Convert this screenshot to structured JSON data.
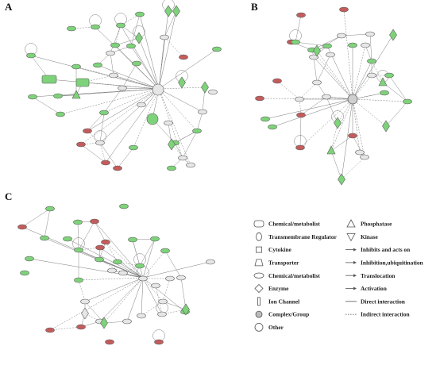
{
  "panels": [
    {
      "id": "A",
      "letter": "A",
      "nodes": [
        {
          "id": "a1",
          "c": "g",
          "s": "rr",
          "label": ""
        },
        {
          "id": "a2",
          "c": "g",
          "s": "rr",
          "label": ""
        },
        {
          "id": "a3",
          "c": "g",
          "s": "dia",
          "label": ""
        },
        {
          "id": "a4",
          "c": "g",
          "s": "dia",
          "label": ""
        },
        {
          "id": "a5",
          "c": "g",
          "s": "circ",
          "label": ""
        },
        {
          "id": "a6",
          "c": "w",
          "s": "circ",
          "label": ""
        },
        {
          "id": "a7",
          "c": "r",
          "s": "ell",
          "label": ""
        },
        {
          "id": "a8",
          "c": "r",
          "s": "ell",
          "label": ""
        },
        {
          "id": "a9",
          "c": "r",
          "s": "ell",
          "label": ""
        },
        {
          "id": "a10",
          "c": "r",
          "s": "ell",
          "label": ""
        },
        {
          "id": "a11",
          "c": "r",
          "s": "ell",
          "label": ""
        },
        {
          "id": "a12",
          "c": "g",
          "s": "ell",
          "label": ""
        },
        {
          "id": "a13",
          "c": "g",
          "s": "ell",
          "label": ""
        },
        {
          "id": "a14",
          "c": "g",
          "s": "ell",
          "label": ""
        },
        {
          "id": "a15",
          "c": "g",
          "s": "ell",
          "label": ""
        },
        {
          "id": "a16",
          "c": "g",
          "s": "ell",
          "label": ""
        },
        {
          "id": "a17",
          "c": "g",
          "s": "ell",
          "label": ""
        },
        {
          "id": "a18",
          "c": "g",
          "s": "ell",
          "label": ""
        },
        {
          "id": "a19",
          "c": "g",
          "s": "ell",
          "label": ""
        },
        {
          "id": "a20",
          "c": "g",
          "s": "ell",
          "label": ""
        },
        {
          "id": "a21",
          "c": "g",
          "s": "ell",
          "label": ""
        },
        {
          "id": "a22",
          "c": "g",
          "s": "ell",
          "label": ""
        },
        {
          "id": "a23",
          "c": "g",
          "s": "ell",
          "label": ""
        },
        {
          "id": "a24",
          "c": "g",
          "s": "ell",
          "label": ""
        },
        {
          "id": "a25",
          "c": "g",
          "s": "ell",
          "label": ""
        },
        {
          "id": "a26",
          "c": "g",
          "s": "ell",
          "label": ""
        },
        {
          "id": "a27",
          "c": "g",
          "s": "ell",
          "label": ""
        },
        {
          "id": "a28",
          "c": "g",
          "s": "ell",
          "label": ""
        },
        {
          "id": "a29",
          "c": "g",
          "s": "dia",
          "label": ""
        },
        {
          "id": "a30",
          "c": "g",
          "s": "dia",
          "label": ""
        },
        {
          "id": "a31",
          "c": "g",
          "s": "dia",
          "label": ""
        },
        {
          "id": "a32",
          "c": "g",
          "s": "dia",
          "label": ""
        },
        {
          "id": "a33",
          "c": "g",
          "s": "tri",
          "label": ""
        },
        {
          "id": "a34",
          "c": "g",
          "s": "ell",
          "label": ""
        },
        {
          "id": "a35",
          "c": "g",
          "s": "ell",
          "label": ""
        },
        {
          "id": "a36",
          "c": "w",
          "s": "ell",
          "label": ""
        },
        {
          "id": "a37",
          "c": "w",
          "s": "ell",
          "label": ""
        },
        {
          "id": "a38",
          "c": "w",
          "s": "ell",
          "label": ""
        },
        {
          "id": "a39",
          "c": "w",
          "s": "ell",
          "label": ""
        },
        {
          "id": "a40",
          "c": "w",
          "s": "ell",
          "label": ""
        },
        {
          "id": "a41",
          "c": "w",
          "s": "ell",
          "label": ""
        },
        {
          "id": "a42",
          "c": "w",
          "s": "ell",
          "label": ""
        },
        {
          "id": "a43",
          "c": "w",
          "s": "ell",
          "label": ""
        },
        {
          "id": "a44",
          "c": "w",
          "s": "ell",
          "label": ""
        },
        {
          "id": "a45",
          "c": "w",
          "s": "ell",
          "label": ""
        },
        {
          "id": "a46",
          "c": "w",
          "s": "ell",
          "label": ""
        }
      ]
    },
    {
      "id": "B",
      "letter": "B",
      "nodes": [
        {
          "id": "b1",
          "c": "r",
          "s": "ell",
          "label": ""
        },
        {
          "id": "b2",
          "c": "r",
          "s": "ell",
          "label": ""
        },
        {
          "id": "b3",
          "c": "r",
          "s": "ell",
          "label": ""
        },
        {
          "id": "b4",
          "c": "r",
          "s": "ell",
          "label": ""
        },
        {
          "id": "b5",
          "c": "r",
          "s": "ell",
          "label": ""
        },
        {
          "id": "b6",
          "c": "r",
          "s": "ell",
          "label": ""
        },
        {
          "id": "b7",
          "c": "r",
          "s": "ell",
          "label": ""
        },
        {
          "id": "b8",
          "c": "r",
          "s": "ell",
          "label": ""
        },
        {
          "id": "b9",
          "c": "w",
          "s": "ell",
          "label": ""
        },
        {
          "id": "b10",
          "c": "w",
          "s": "ell",
          "label": ""
        },
        {
          "id": "b11",
          "c": "w",
          "s": "ell",
          "label": ""
        },
        {
          "id": "b12",
          "c": "w",
          "s": "ell",
          "label": ""
        },
        {
          "id": "b13",
          "c": "w",
          "s": "ell",
          "label": ""
        },
        {
          "id": "b14",
          "c": "w",
          "s": "ell",
          "label": ""
        },
        {
          "id": "b15",
          "c": "w",
          "s": "ell",
          "label": ""
        },
        {
          "id": "b16",
          "c": "w",
          "s": "ell",
          "label": ""
        },
        {
          "id": "b17",
          "c": "w",
          "s": "ell",
          "label": ""
        },
        {
          "id": "b18",
          "c": "w",
          "s": "ell",
          "label": ""
        },
        {
          "id": "b19",
          "c": "w",
          "s": "ell",
          "label": ""
        },
        {
          "id": "b20",
          "c": "g",
          "s": "ell",
          "label": ""
        },
        {
          "id": "b21",
          "c": "g",
          "s": "ell",
          "label": ""
        },
        {
          "id": "b22",
          "c": "g",
          "s": "ell",
          "label": ""
        },
        {
          "id": "b23",
          "c": "g",
          "s": "ell",
          "label": ""
        },
        {
          "id": "b24",
          "c": "g",
          "s": "ell",
          "label": ""
        },
        {
          "id": "b25",
          "c": "g",
          "s": "ell",
          "label": ""
        },
        {
          "id": "b26",
          "c": "g",
          "s": "ell",
          "label": ""
        },
        {
          "id": "b27",
          "c": "g",
          "s": "ell",
          "label": ""
        },
        {
          "id": "b28",
          "c": "g",
          "s": "ell",
          "label": ""
        },
        {
          "id": "b29",
          "c": "g",
          "s": "ell",
          "label": ""
        },
        {
          "id": "b30",
          "c": "g",
          "s": "dia",
          "label": ""
        },
        {
          "id": "b31",
          "c": "g",
          "s": "dia",
          "label": ""
        },
        {
          "id": "b32",
          "c": "g",
          "s": "dia",
          "label": ""
        },
        {
          "id": "b33",
          "c": "g",
          "s": "dia",
          "label": ""
        },
        {
          "id": "b34",
          "c": "g",
          "s": "dia",
          "label": ""
        },
        {
          "id": "b35",
          "c": "g",
          "s": "tri",
          "label": ""
        },
        {
          "id": "b36",
          "c": "g",
          "s": "tri",
          "label": ""
        },
        {
          "id": "b37",
          "c": "w",
          "s": "hub",
          "label": ""
        }
      ]
    },
    {
      "id": "C",
      "letter": "C",
      "nodes": [
        {
          "id": "c1",
          "c": "r",
          "s": "ell",
          "label": ""
        },
        {
          "id": "c2",
          "c": "r",
          "s": "ell",
          "label": ""
        },
        {
          "id": "c3",
          "c": "r",
          "s": "ell",
          "label": ""
        },
        {
          "id": "c4",
          "c": "r",
          "s": "ell",
          "label": ""
        },
        {
          "id": "c5",
          "c": "r",
          "s": "ell",
          "label": ""
        },
        {
          "id": "c6",
          "c": "r",
          "s": "ell",
          "label": ""
        },
        {
          "id": "c7",
          "c": "r",
          "s": "ell",
          "label": ""
        },
        {
          "id": "c8",
          "c": "r",
          "s": "ell",
          "label": ""
        },
        {
          "id": "c9",
          "c": "g",
          "s": "ell",
          "label": ""
        },
        {
          "id": "c10",
          "c": "g",
          "s": "ell",
          "label": ""
        },
        {
          "id": "c11",
          "c": "g",
          "s": "ell",
          "label": ""
        },
        {
          "id": "c12",
          "c": "g",
          "s": "ell",
          "label": ""
        },
        {
          "id": "c13",
          "c": "g",
          "s": "ell",
          "label": ""
        },
        {
          "id": "c14",
          "c": "g",
          "s": "ell",
          "label": ""
        },
        {
          "id": "c15",
          "c": "g",
          "s": "ell",
          "label": ""
        },
        {
          "id": "c16",
          "c": "g",
          "s": "ell",
          "label": ""
        },
        {
          "id": "c17",
          "c": "g",
          "s": "ell",
          "label": ""
        },
        {
          "id": "c18",
          "c": "g",
          "s": "ell",
          "label": ""
        },
        {
          "id": "c19",
          "c": "g",
          "s": "ell",
          "label": ""
        },
        {
          "id": "c20",
          "c": "g",
          "s": "ell",
          "label": ""
        },
        {
          "id": "c21",
          "c": "g",
          "s": "ell",
          "label": ""
        },
        {
          "id": "c22",
          "c": "g",
          "s": "ell",
          "label": ""
        },
        {
          "id": "c23",
          "c": "g",
          "s": "ell",
          "label": ""
        },
        {
          "id": "c24",
          "c": "g",
          "s": "ell",
          "label": ""
        },
        {
          "id": "c25",
          "c": "w",
          "s": "ell",
          "label": ""
        },
        {
          "id": "c26",
          "c": "w",
          "s": "ell",
          "label": ""
        },
        {
          "id": "c27",
          "c": "w",
          "s": "ell",
          "label": ""
        },
        {
          "id": "c28",
          "c": "w",
          "s": "ell",
          "label": ""
        },
        {
          "id": "c29",
          "c": "w",
          "s": "ell",
          "label": ""
        },
        {
          "id": "c30",
          "c": "w",
          "s": "ell",
          "label": ""
        },
        {
          "id": "c31",
          "c": "w",
          "s": "ell",
          "label": ""
        },
        {
          "id": "c32",
          "c": "w",
          "s": "ell",
          "label": ""
        },
        {
          "id": "c33",
          "c": "w",
          "s": "ell",
          "label": ""
        },
        {
          "id": "c34",
          "c": "w",
          "s": "ell",
          "label": ""
        },
        {
          "id": "c35",
          "c": "w",
          "s": "ell",
          "label": ""
        },
        {
          "id": "c36",
          "c": "w",
          "s": "ell",
          "label": ""
        },
        {
          "id": "c37",
          "c": "w",
          "s": "ell",
          "label": ""
        },
        {
          "id": "c38",
          "c": "g",
          "s": "dia",
          "label": ""
        },
        {
          "id": "c39",
          "c": "g",
          "s": "dia",
          "label": ""
        },
        {
          "id": "c40",
          "c": "w",
          "s": "dia",
          "label": ""
        }
      ]
    }
  ],
  "legend": [
    {
      "key": "chemical",
      "text": "Chemical/metabolist",
      "symbol": "rounded-rect"
    },
    {
      "key": "transmembrane",
      "text": "Transmembrane Regulator",
      "symbol": "tall-ellipse"
    },
    {
      "key": "cytokine",
      "text": "Cytokine",
      "symbol": "square"
    },
    {
      "key": "transporter",
      "text": "Transporter",
      "symbol": "trapezoid"
    },
    {
      "key": "chemical2",
      "text": "Chemical/metabolist",
      "symbol": "flat-ellipse"
    },
    {
      "key": "enzyme",
      "text": "Enzyme",
      "symbol": "diamond"
    },
    {
      "key": "ion",
      "text": "Ion Channel",
      "symbol": "bar"
    },
    {
      "key": "complex",
      "text": "Complex/Group",
      "symbol": "filled-circle"
    },
    {
      "key": "other",
      "text": "Other",
      "symbol": "circle"
    },
    {
      "key": "phosphatase",
      "text": "Phosphatase",
      "symbol": "triangle-up"
    },
    {
      "key": "kinase",
      "text": "Kinase",
      "symbol": "triangle-down"
    },
    {
      "key": "inhibits",
      "text": "Inhibits and acts on",
      "symbol": "arrow-solid-bar"
    },
    {
      "key": "inhibition",
      "text": "Inhibition,ubiquitination",
      "symbol": "arrow-solid"
    },
    {
      "key": "translocation",
      "text": "Translocation",
      "symbol": "arrow-solid"
    },
    {
      "key": "activation",
      "text": "Activation",
      "symbol": "arrow-solid"
    },
    {
      "key": "direct",
      "text": "Direct interaction",
      "symbol": "line-solid"
    },
    {
      "key": "indirect",
      "text": "Indirect interaction",
      "symbol": "line-dashed"
    }
  ],
  "colors": {
    "up": "#7ed37a",
    "down": "#c45c5c",
    "neutral": "#e6e6e6",
    "edge": "#7a7a7a",
    "stroke": "#5a5a5a"
  }
}
